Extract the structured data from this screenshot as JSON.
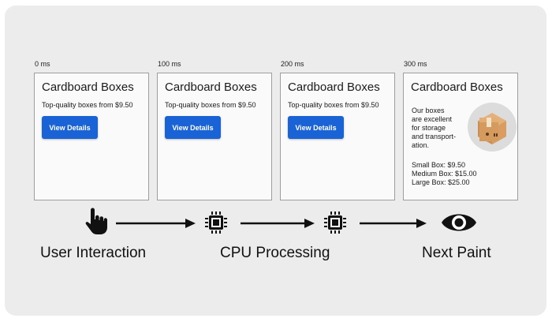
{
  "frames": [
    {
      "time": "0 ms",
      "title": "Cardboard Boxes",
      "subtitle": "Top-quality boxes from $9.50",
      "button": "View Details"
    },
    {
      "time": "100 ms",
      "title": "Cardboard Boxes",
      "subtitle": "Top-quality boxes from $9.50",
      "button": "View Details"
    },
    {
      "time": "200 ms",
      "title": "Cardboard Boxes",
      "subtitle": "Top-quality boxes from $9.50",
      "button": "View Details"
    },
    {
      "time": "300 ms",
      "title": "Cardboard Boxes",
      "description_lines": [
        "Our boxes",
        "are excellent",
        "for storage",
        "and transport-",
        "ation."
      ],
      "prices": [
        "Small Box: $9.50",
        "Medium Box: $15.00",
        "Large Box: $25.00"
      ]
    }
  ],
  "stages": {
    "interaction": "User Interaction",
    "processing": "CPU Processing",
    "paint": "Next Paint"
  },
  "icons": {
    "interaction": "pointing-hand-icon",
    "processing": "cpu-chip-icon",
    "paint": "eye-icon"
  },
  "colors": {
    "button": "#1a63d6",
    "background": "#ececec"
  }
}
